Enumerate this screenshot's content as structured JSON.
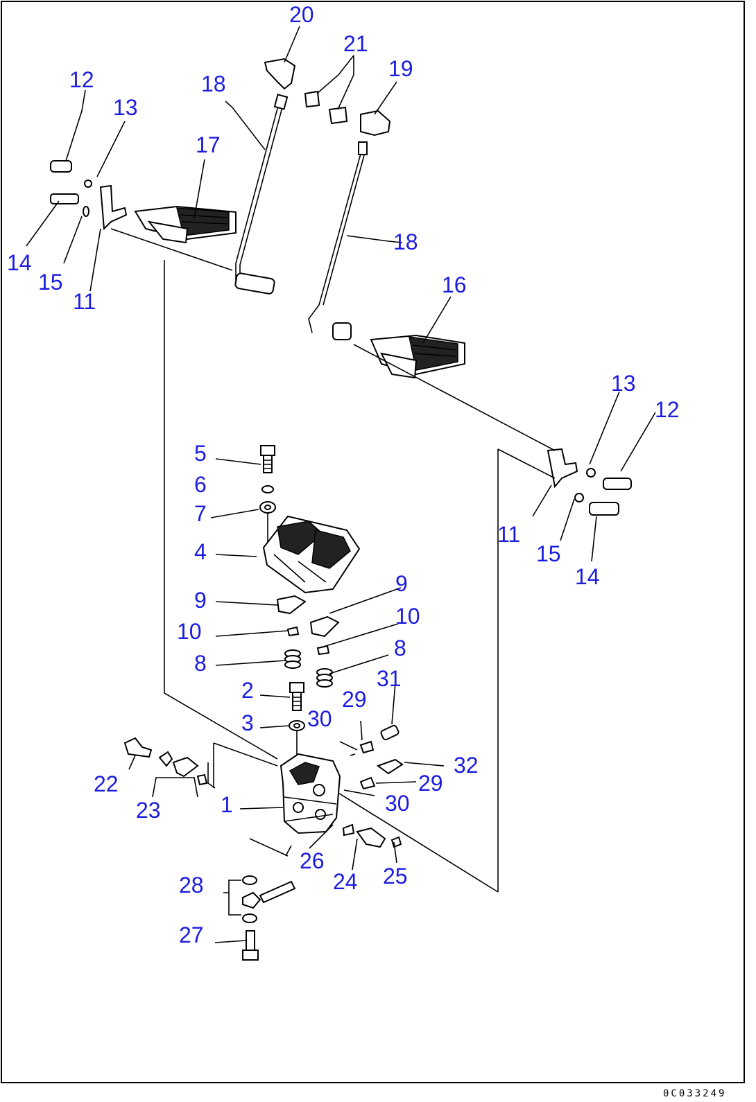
{
  "diagram": {
    "drawing_number": "0C033249",
    "part_callouts": [
      {
        "id": "c20",
        "label": "20"
      },
      {
        "id": "c21",
        "label": "21"
      },
      {
        "id": "c19",
        "label": "19"
      },
      {
        "id": "c12a",
        "label": "12"
      },
      {
        "id": "c13a",
        "label": "13"
      },
      {
        "id": "c18a",
        "label": "18"
      },
      {
        "id": "c17",
        "label": "17"
      },
      {
        "id": "c14a",
        "label": "14"
      },
      {
        "id": "c15a",
        "label": "15"
      },
      {
        "id": "c11a",
        "label": "11"
      },
      {
        "id": "c18b",
        "label": "18"
      },
      {
        "id": "c16",
        "label": "16"
      },
      {
        "id": "c13b",
        "label": "13"
      },
      {
        "id": "c12b",
        "label": "12"
      },
      {
        "id": "c11b",
        "label": "11"
      },
      {
        "id": "c15b",
        "label": "15"
      },
      {
        "id": "c14b",
        "label": "14"
      },
      {
        "id": "c5",
        "label": "5"
      },
      {
        "id": "c6",
        "label": "6"
      },
      {
        "id": "c7",
        "label": "7"
      },
      {
        "id": "c4",
        "label": "4"
      },
      {
        "id": "c9a",
        "label": "9"
      },
      {
        "id": "c9b",
        "label": "9"
      },
      {
        "id": "c10a",
        "label": "10"
      },
      {
        "id": "c10b",
        "label": "10"
      },
      {
        "id": "c8a",
        "label": "8"
      },
      {
        "id": "c8b",
        "label": "8"
      },
      {
        "id": "c2",
        "label": "2"
      },
      {
        "id": "c31",
        "label": "31"
      },
      {
        "id": "c29a",
        "label": "29"
      },
      {
        "id": "c3",
        "label": "3"
      },
      {
        "id": "c30a",
        "label": "30"
      },
      {
        "id": "c32",
        "label": "32"
      },
      {
        "id": "c29b",
        "label": "29"
      },
      {
        "id": "c22",
        "label": "22"
      },
      {
        "id": "c1",
        "label": "1"
      },
      {
        "id": "c30b",
        "label": "30"
      },
      {
        "id": "c23",
        "label": "23"
      },
      {
        "id": "c26",
        "label": "26"
      },
      {
        "id": "c24",
        "label": "24"
      },
      {
        "id": "c25",
        "label": "25"
      },
      {
        "id": "c28",
        "label": "28"
      },
      {
        "id": "c27",
        "label": "27"
      }
    ]
  }
}
